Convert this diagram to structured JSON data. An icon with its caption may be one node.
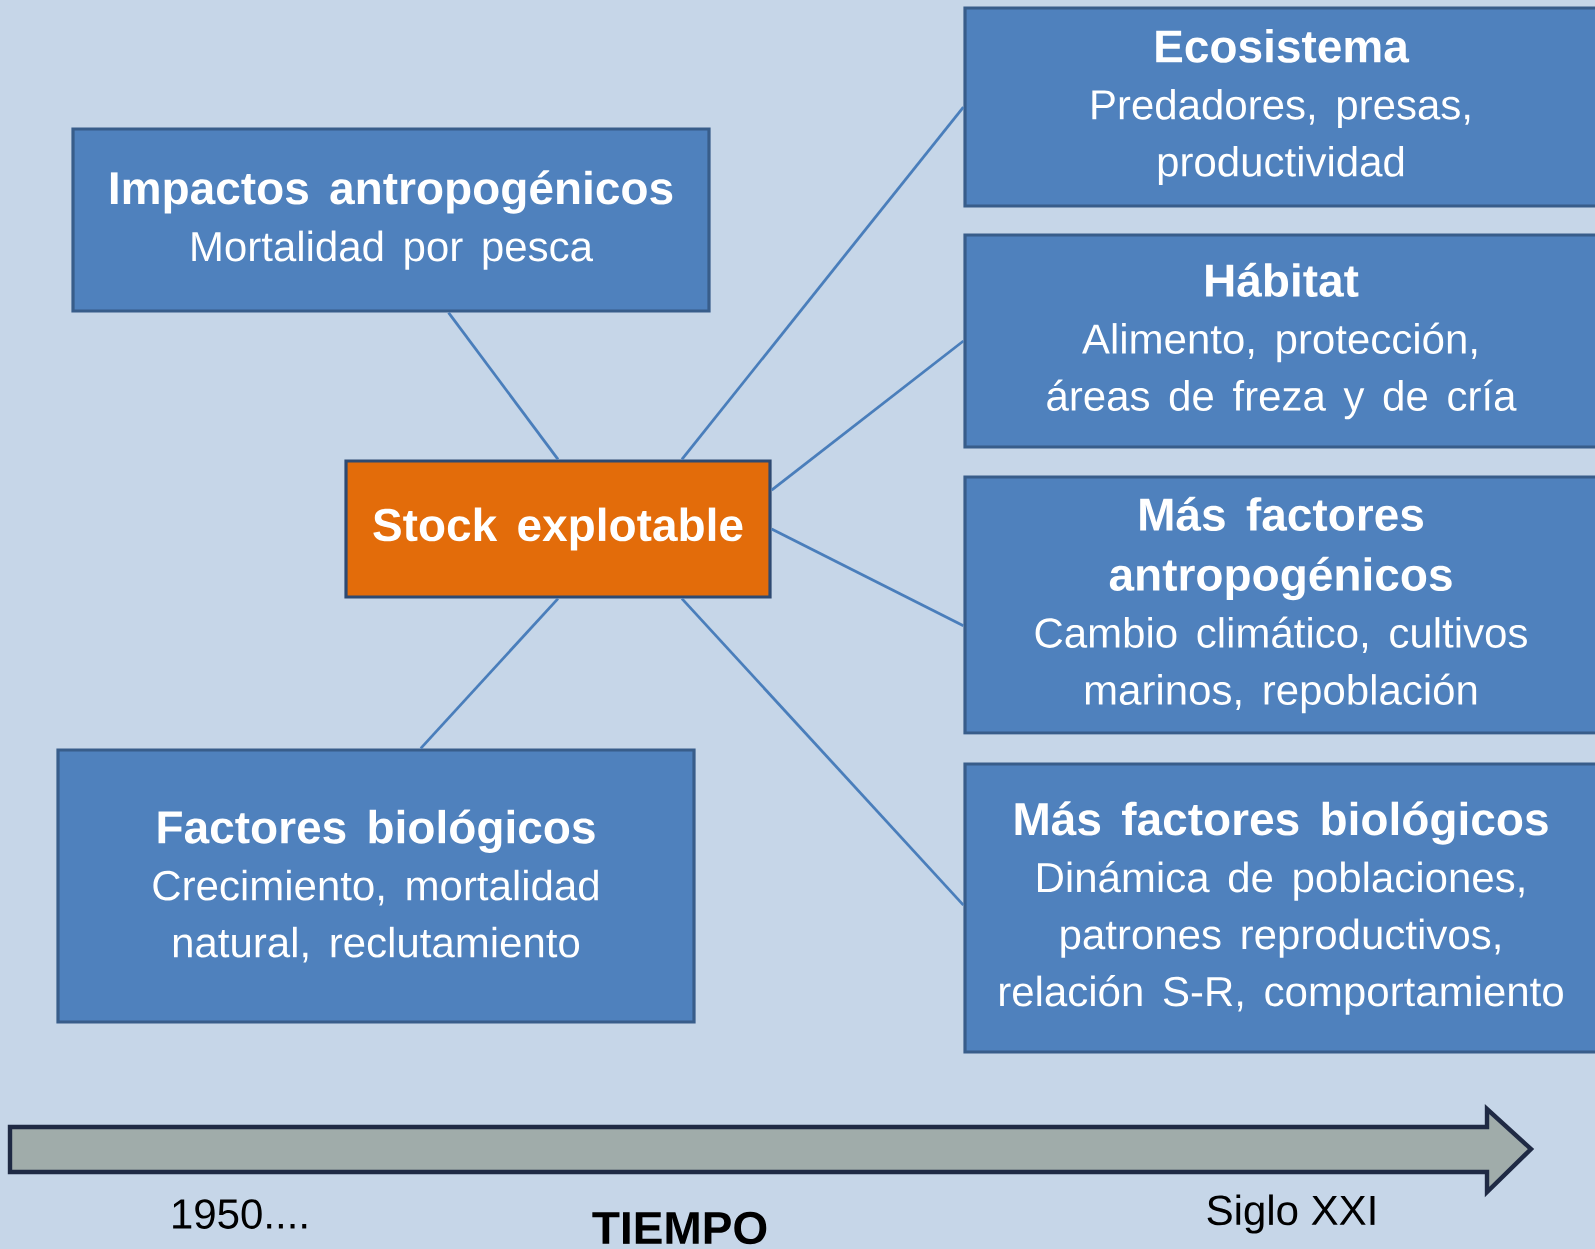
{
  "diagram": {
    "nodes": [
      {
        "text": [
          "Ecosistema",
          "Predadores, presas, productividad"
        ]
      },
      {
        "text": [
          "Impactos antropogénicos",
          "Mortalidad por pesca"
        ]
      },
      {
        "text": [
          "Hábitat",
          "Alimento, protección, áreas de freza y de cría"
        ]
      },
      {
        "text": [
          "Stock explotable"
        ]
      },
      {
        "text": [
          "Más factores antropogénicos",
          "Cambio climático, cultivos marinos, repoblación"
        ]
      },
      {
        "text": [
          "Factores biológicos",
          "Crecimiento, mortalidad natural, reclutamiento"
        ]
      },
      {
        "text": [
          "Más factores biológicos",
          "Dinámica de poblaciones, patrones reproductivos, relación S-R, comportamiento"
        ]
      }
    ],
    "edges": [
      {
        "from": 3,
        "to": 1,
        "arrow": "none"
      },
      {
        "from": 3,
        "to": 0,
        "arrow": "none"
      },
      {
        "from": 3,
        "to": 2,
        "arrow": "none"
      },
      {
        "from": 3,
        "to": 4,
        "arrow": "none"
      },
      {
        "from": 3,
        "to": 6,
        "arrow": "none"
      },
      {
        "from": 3,
        "to": 5,
        "arrow": "none"
      }
    ],
    "labels": [
      "1950....",
      "TIEMPO",
      "Siglo XXI"
    ]
  }
}
